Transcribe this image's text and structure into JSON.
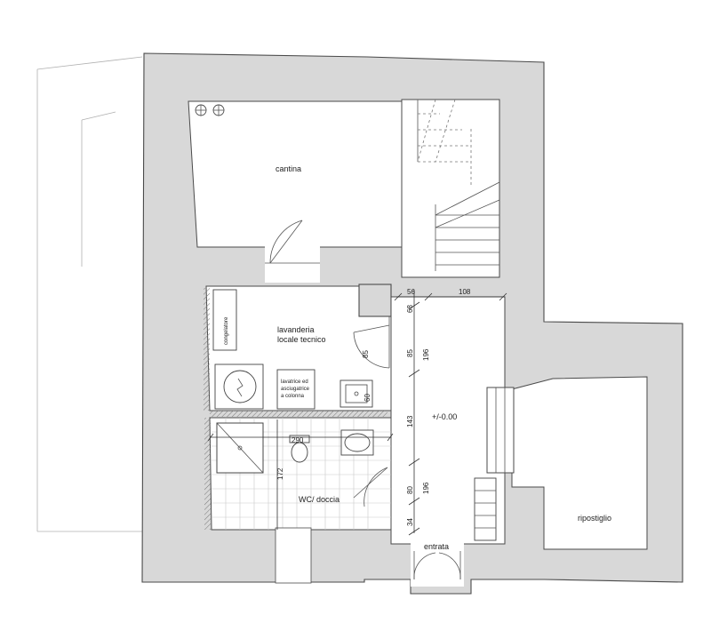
{
  "rooms": {
    "cantina": "cantina",
    "lavanderia_line1": "lavanderia",
    "lavanderia_line2": "locale tecnico",
    "wc": "WC/ doccia",
    "ripostiglio": "ripostiglio",
    "entrata": "entrata",
    "level": "+/-0.00"
  },
  "fixtures": {
    "congelatore": "congelatore",
    "lavatrice_line1": "lavatrice ed",
    "lavatrice_line2": "asciugatrice",
    "lavatrice_line3": "a colonna"
  },
  "dimensions": {
    "d56": "56",
    "d108": "108",
    "d68": "68",
    "d85_stair": "85",
    "d196_top": "196",
    "d85_door": "85",
    "d60": "60",
    "d143": "143",
    "d290": "290",
    "d172": "172",
    "d80": "80",
    "d196_bottom": "196",
    "d34": "34"
  }
}
